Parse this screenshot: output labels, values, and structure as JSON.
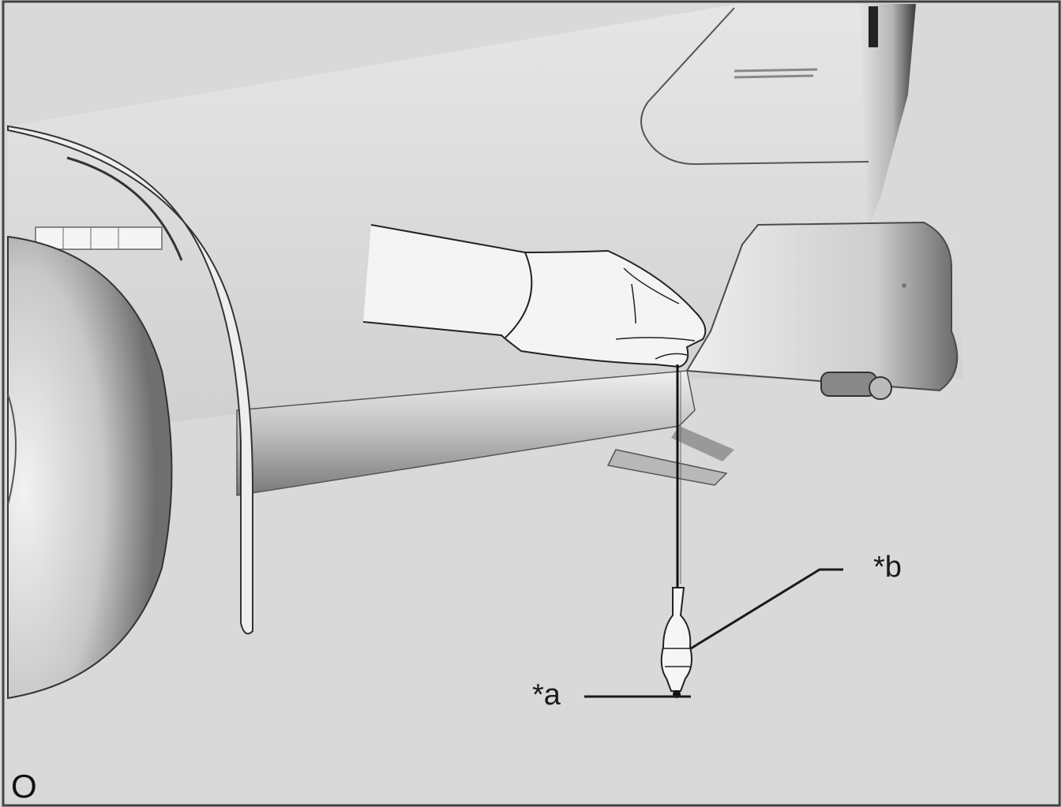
{
  "callouts": {
    "a": "*a",
    "b": "*b"
  },
  "corner_mark": "O",
  "colors": {
    "background": "#d9d9d9",
    "line": "#1a1a1a",
    "frame": "#444444"
  }
}
